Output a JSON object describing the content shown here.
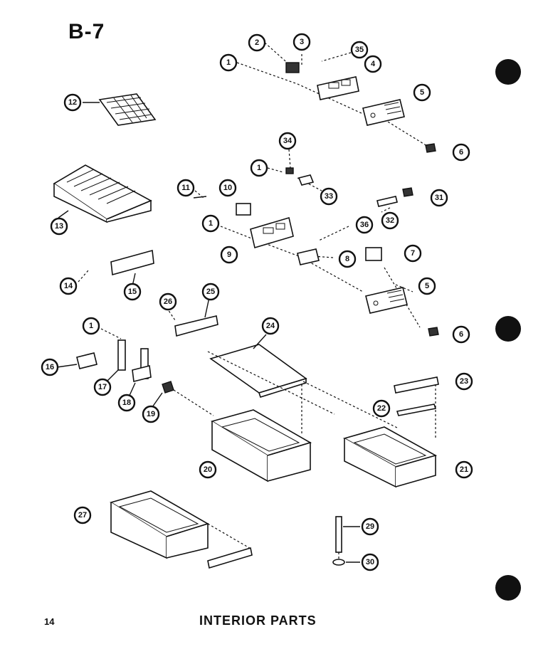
{
  "page": {
    "title": "B-7",
    "number": "14",
    "section_title": "INTERIOR PARTS"
  },
  "callouts": {
    "c1a": "1",
    "c2": "2",
    "c3": "3",
    "c35": "35",
    "c4": "4",
    "c5a": "5",
    "c6a": "6",
    "c12": "12",
    "c34": "34",
    "c1b": "1",
    "c33": "33",
    "c13": "13",
    "c11": "11",
    "c10": "10",
    "c31": "31",
    "c32": "32",
    "c1c": "1",
    "c36": "36",
    "c9": "9",
    "c8": "8",
    "c7": "7",
    "c14": "14",
    "c15": "15",
    "c5b": "5",
    "c26": "26",
    "c25": "25",
    "c24": "24",
    "c1d": "1",
    "c6b": "6",
    "c16": "16",
    "c17": "17",
    "c18": "18",
    "c19": "19",
    "c23": "23",
    "c22": "22",
    "c20": "20",
    "c21": "21",
    "c27": "27",
    "c29": "29",
    "c30": "30"
  }
}
